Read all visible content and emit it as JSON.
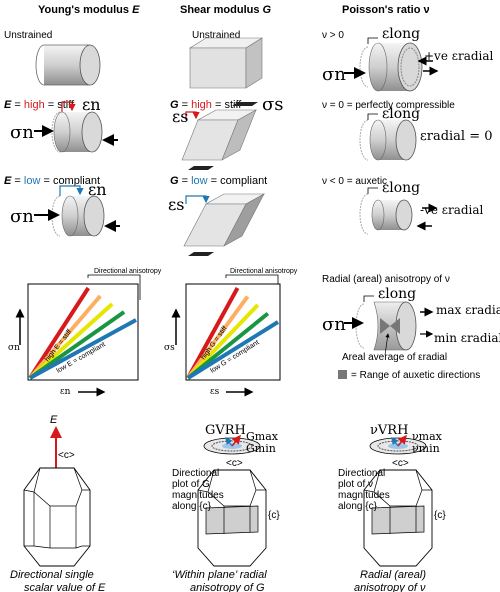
{
  "columns": {
    "youngs": {
      "title": "Young's modulus ",
      "symbol": "E"
    },
    "shear": {
      "title": "Shear modulus ",
      "symbol": "G"
    },
    "poisson": {
      "title": "Poisson's ratio ",
      "symbol": "ν"
    }
  },
  "young": {
    "unstrained": "Unstrained",
    "high_pre": "E",
    "high_eq": " = ",
    "high_word": "high",
    "high_post": " = stiff",
    "low_pre": "E",
    "low_eq": " = ",
    "low_word": "low",
    "low_post": " = compliant",
    "strain": "εn",
    "stress": "σn",
    "bottom_symbol": "E",
    "bottom_axis": "<c>",
    "caption_1": "Directional single",
    "caption_2": "scalar value of E"
  },
  "shear": {
    "unstrained": "Unstrained",
    "high_pre": "G",
    "high_eq": " = ",
    "high_word": "high",
    "high_post": " = stiff",
    "low_pre": "G",
    "low_eq": " = ",
    "low_word": "low",
    "low_post": " = compliant",
    "strain": "εs",
    "stress": "σs",
    "g_vrh": "GVRH",
    "g_max": "Gmax",
    "g_min": "Gmin",
    "bottom_axis": "<c>",
    "plane_label": "{c}",
    "plot_note_1": "Directional",
    "plot_note_2": "plot of G",
    "plot_note_3": "magnitudes",
    "plot_note_4": "along {c}",
    "caption_1": "‘Within plane’ radial",
    "caption_2": "anisotropy of G"
  },
  "poisson": {
    "gt0": "ν > 0",
    "eq0": "ν = 0 = perfectly compressible",
    "lt0": "ν < 0 = auxetic",
    "eps_long": "εlong",
    "pos_radial": "+ve εradial",
    "zero_radial": "εradial = 0",
    "neg_radial": "-ve εradial",
    "stress": "σn",
    "anisotropy_title": "Radial (areal) anisotropy of ν",
    "max_radial": "max εradial",
    "min_radial": "min εradial",
    "areal_avg": "Areal average of εradial",
    "legend": "= Range of auxetic directions",
    "nu_vrh": "νVRH",
    "nu_max": "νmax",
    "nu_min": "νmin",
    "bottom_axis": "<c>",
    "plane_label": "{c}",
    "plot_note_1": "Directional",
    "plot_note_2": "plot of ν",
    "plot_note_3": "magnitudes",
    "plot_note_4": "along {c}",
    "caption_1": "Radial (areal)",
    "caption_2": "anisotropy of ν"
  },
  "charts": {
    "youngs": {
      "title": "Directional anisotropy",
      "high": "high E = stiff",
      "low": "low E = compliant",
      "xlabel": "εn",
      "ylabel": "σn"
    },
    "shear": {
      "title": "Directional anisotropy",
      "high": "high G = stiff",
      "low": "low G = compliant",
      "xlabel": "εs",
      "ylabel": "σs"
    }
  },
  "colors": {
    "high": "#d7191c",
    "low": "#1f78b4",
    "rainbow": [
      "#d7191c",
      "#fdae61",
      "#e6e600",
      "#1a9641",
      "#1f78b4"
    ]
  }
}
